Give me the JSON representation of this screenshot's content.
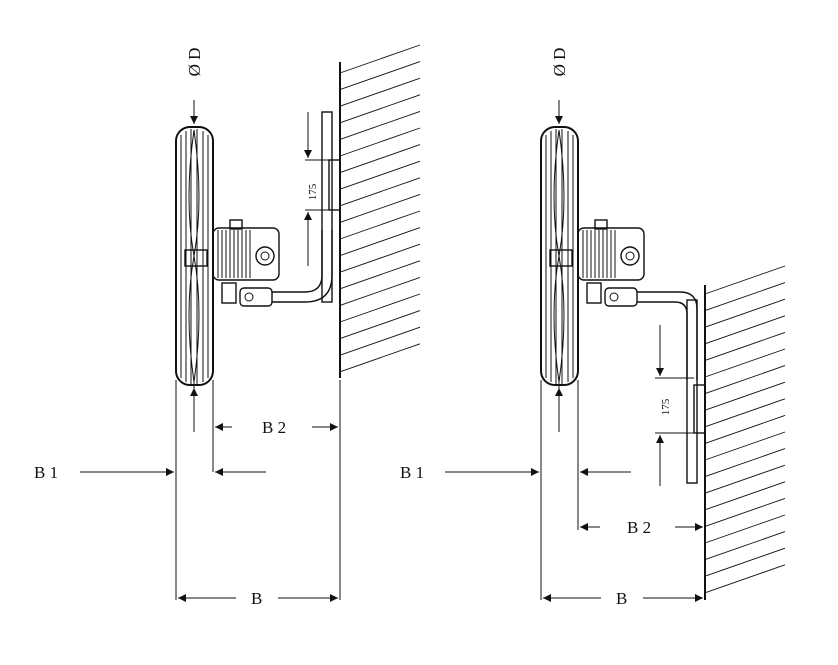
{
  "diagram": {
    "left_view": {
      "diameter_label": "Ø D",
      "b_label": "B",
      "b1_label": "B 1",
      "b2_label": "B 2",
      "bracket_dim": "175"
    },
    "right_view": {
      "diameter_label": "Ø D",
      "b_label": "B",
      "b1_label": "B 1",
      "b2_label": "B 2",
      "bracket_dim": "175"
    }
  },
  "colors": {
    "line": "#111111",
    "background": "#ffffff"
  }
}
